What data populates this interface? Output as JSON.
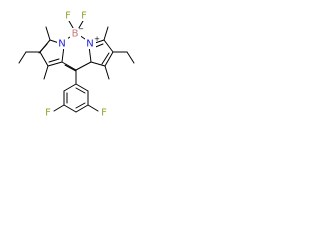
{
  "molecule": {
    "atoms": {
      "fluorine_1": "F",
      "fluorine_2": "F",
      "boron": "B",
      "boron_charge": "−",
      "nitrogen_left": "N",
      "nitrogen_right": "N",
      "nitrogen_right_charge": "+",
      "fluorine_aryl_left": "F",
      "fluorine_aryl_right": "F"
    },
    "colors": {
      "bond": "#000000",
      "fluorine": "#90a830",
      "boron": "#c87878",
      "nitrogen": "#2020e0",
      "charge": "#000000"
    }
  }
}
